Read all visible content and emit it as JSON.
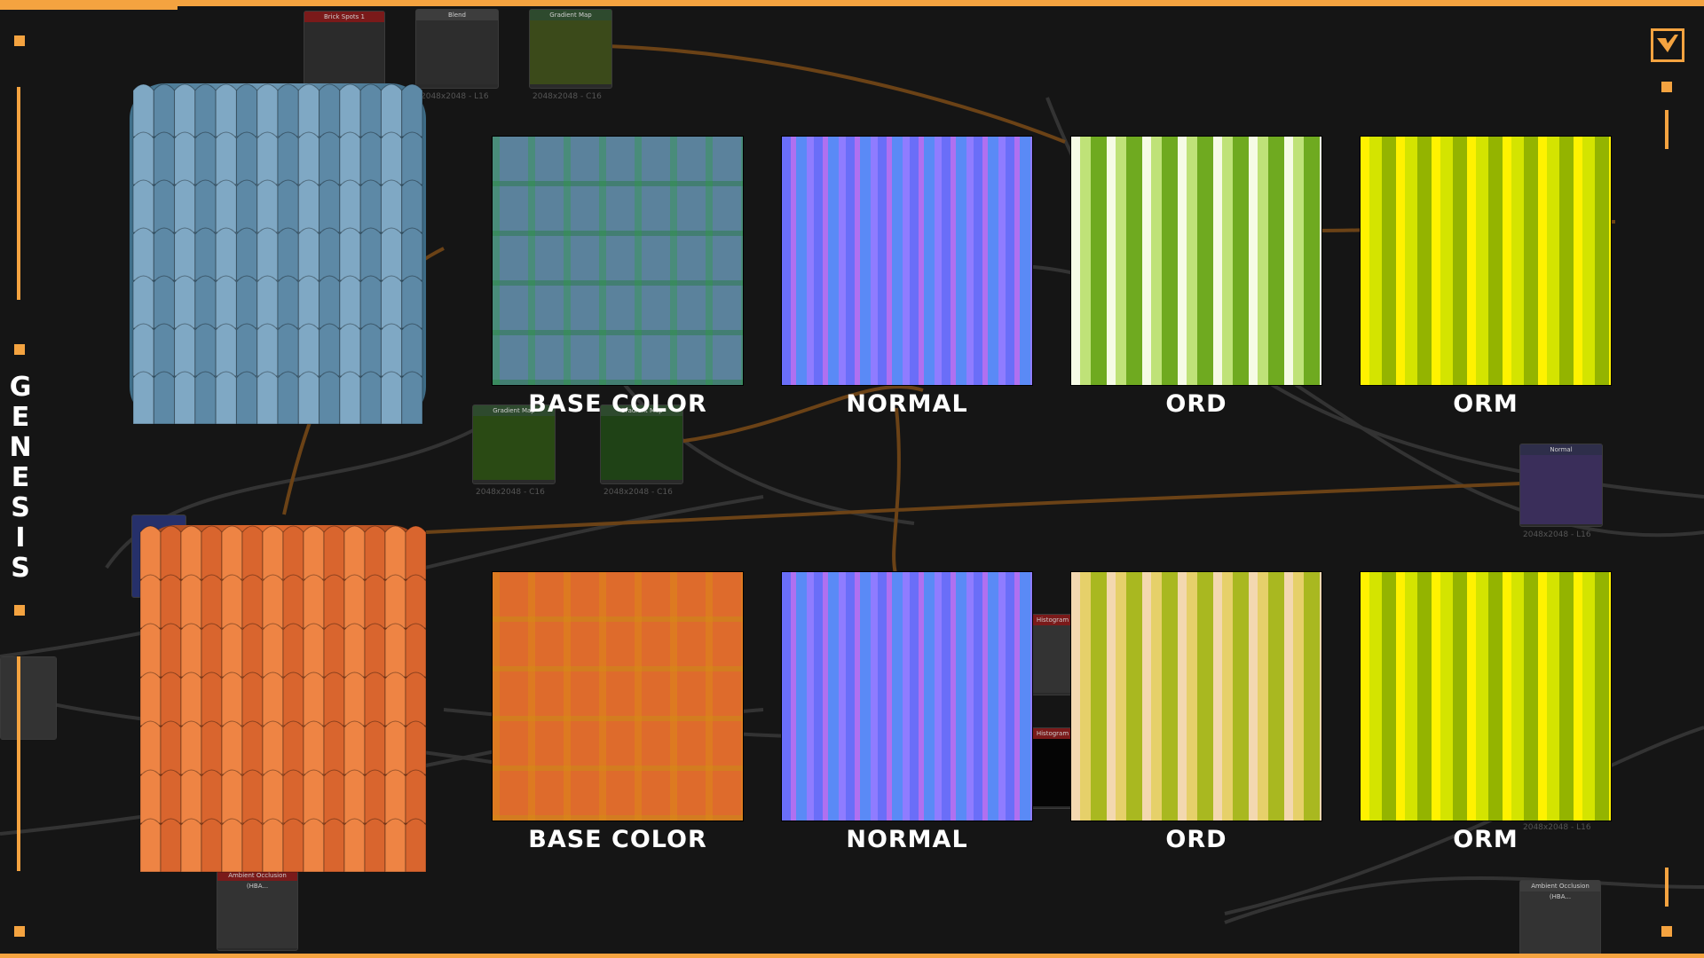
{
  "brand": {
    "name": "GENESIS"
  },
  "colors": {
    "accent": "#f4a340",
    "background": "#151515",
    "wire": "#7a4a1a",
    "wire_gray": "#3a3a3a",
    "blue_tile": "#5d89a6",
    "orange_tile": "#d9652e"
  },
  "rows": [
    {
      "material": "blue-roof-tiles",
      "maps": [
        {
          "label": "BASE COLOR",
          "kind": "base-blue"
        },
        {
          "label": "NORMAL",
          "kind": "normal"
        },
        {
          "label": "ORD",
          "kind": "ord-blue"
        },
        {
          "label": "ORM",
          "kind": "orm"
        }
      ]
    },
    {
      "material": "orange-roof-tiles",
      "maps": [
        {
          "label": "BASE COLOR",
          "kind": "base-orange"
        },
        {
          "label": "NORMAL",
          "kind": "normal"
        },
        {
          "label": "ORD",
          "kind": "ord-orange"
        },
        {
          "label": "ORM",
          "kind": "orm"
        }
      ]
    }
  ],
  "nodes": {
    "brick_spots": "Brick Spots 1",
    "blend": "Blend",
    "gradient_map": "Gradient Map",
    "normal": "Normal",
    "ambient_occlusion": "Ambient Occlusion (HBA...",
    "histogram_range": "Histogram Range",
    "meta_2048_l16": "2048x2048 - L16",
    "meta_2048_c16": "2048x2048 - C16"
  }
}
